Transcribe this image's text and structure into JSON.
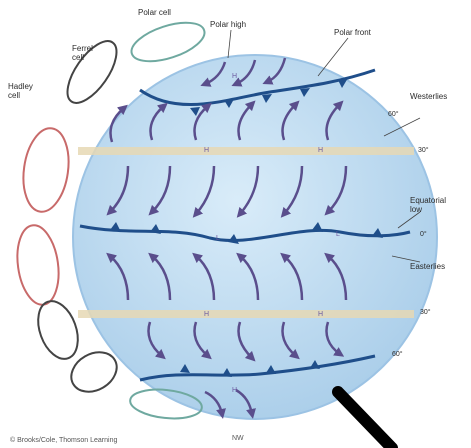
{
  "labels": {
    "polar_cell": "Polar cell",
    "polar_high": "Polar high",
    "polar_front": "Polar front",
    "hadley_cell": "Hadley\ncell",
    "ferrel_cell": "Ferrel\ncell",
    "westerlies": "Westerlies",
    "equatorial_low": "Equatorial\nlow",
    "easterlies": "Easterlies",
    "lat_60n": "60°",
    "lat_30n": "30°",
    "lat_0": "0°",
    "lat_30s": "30°",
    "lat_60s": "60°",
    "copyright": "© Brooks/Cole, Thomson Learning",
    "footer_code": "NW"
  },
  "colors": {
    "globe": "#b7d8f0",
    "globe_edge": "#9cc3e4",
    "front": "#1f4e8a",
    "high_band": "#e6d8b4",
    "wind_arrow": "#5a4e8c",
    "cell_loop": "#444444",
    "cell_loop_red": "#c86a6a",
    "polar_loop": "#6fa9a0",
    "label": "#2b2b2b",
    "diagonal_bar": "#000000"
  }
}
